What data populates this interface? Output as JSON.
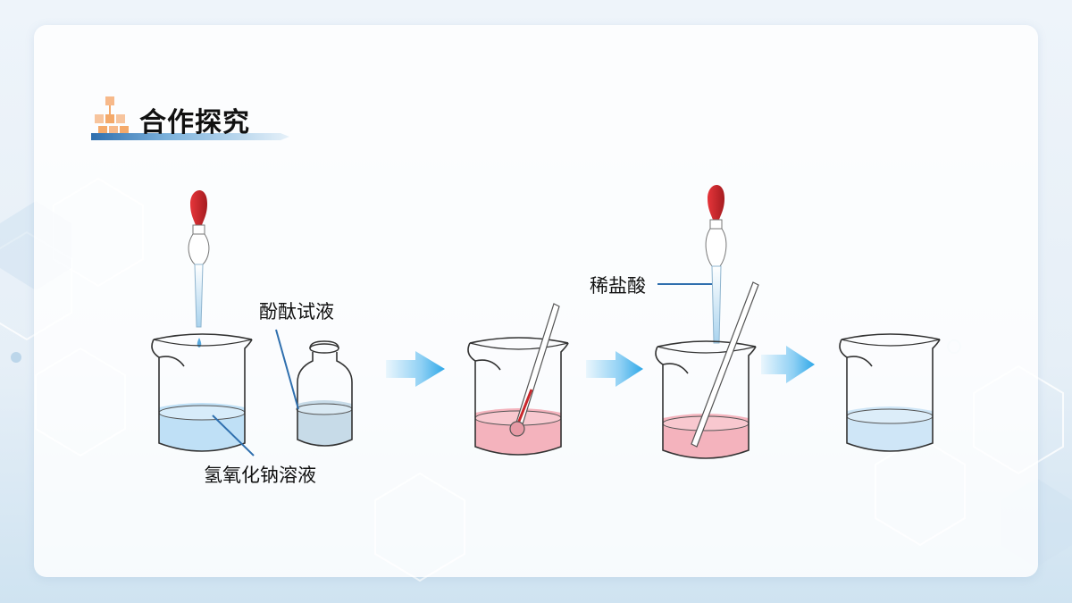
{
  "header": {
    "title": "合作探究",
    "icon": "org-chart-icon",
    "accent_color": "#f4a96a"
  },
  "labels": {
    "phenolphthalein": "酚酞试液",
    "sodium_hydroxide": "氢氧化钠溶液",
    "hydrochloric_acid": "稀盐酸"
  },
  "colors": {
    "dropper_bulb": "#c8262b",
    "blue_solution": "#bfe0f6",
    "pink_solution": "#f4b3bd",
    "arrow": "#2fa8e8",
    "glass_outline": "#333333"
  }
}
